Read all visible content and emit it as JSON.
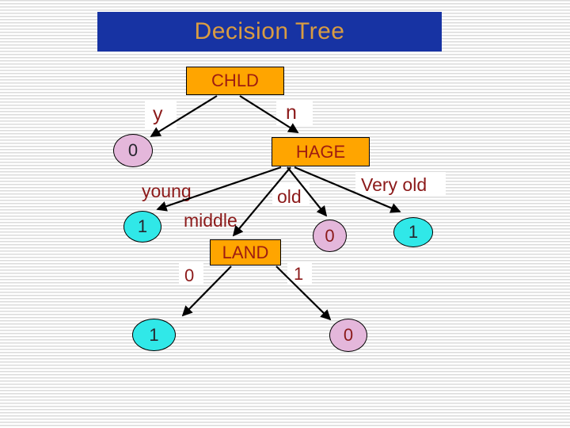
{
  "slide": {
    "title": "Decision Tree"
  },
  "colors": {
    "title_bar_bg": "#1733A3",
    "title_text": "#D99C42",
    "decision_node_bg": "#FFA500",
    "decision_node_text": "#9E1C12",
    "leaf_0_bg": "#E4B7DB",
    "leaf_1_bg": "#30E8E8",
    "leaf_digit_dark": "#26262e",
    "leaf_digit_red": "#8B1A1A",
    "edge_label_text": "#8C1A1A",
    "stripe": "#dbdbdb",
    "arrow": "#000000"
  },
  "tree": {
    "nodes": {
      "chld": {
        "label": "CHLD",
        "kind": "decision"
      },
      "hage": {
        "label": "HAGE",
        "kind": "decision"
      },
      "land": {
        "label": "LAND",
        "kind": "decision"
      },
      "chld_y_leaf": {
        "label": "0",
        "kind": "leaf-0"
      },
      "hage_young_leaf": {
        "label": "1",
        "kind": "leaf-1"
      },
      "hage_old_leaf": {
        "label": "0",
        "kind": "leaf-0"
      },
      "hage_veryold_leaf": {
        "label": "1",
        "kind": "leaf-1"
      },
      "land_0_leaf": {
        "label": "1",
        "kind": "leaf-1"
      },
      "land_1_leaf": {
        "label": "0",
        "kind": "leaf-0"
      }
    },
    "edge_labels": {
      "y": "y",
      "n": "n",
      "young": "young",
      "middle": "middle",
      "old": "old",
      "very_old": "Very old",
      "land_zero": "0",
      "land_one": "1"
    }
  }
}
